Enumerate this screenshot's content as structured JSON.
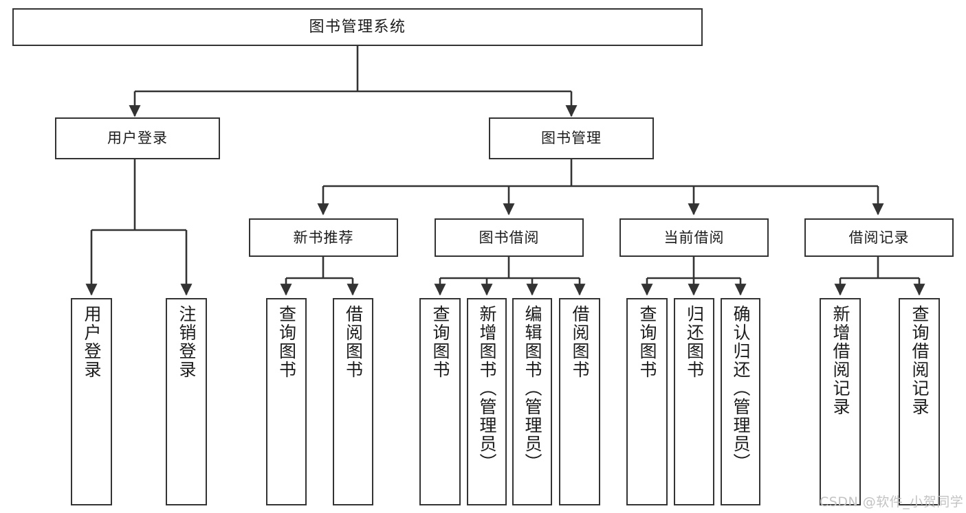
{
  "diagram": {
    "title": "图书管理系统",
    "type": "tree-hierarchy-chart",
    "watermark": "CSDN @软件_小贺同学",
    "colors": {
      "box_border": "#333333",
      "box_fill": "#ffffff",
      "connector": "#333333",
      "text": "#1b1b1b",
      "watermark": "#c3c3c3",
      "background": "#ffffff"
    },
    "root": {
      "label": "图书管理系统"
    },
    "level1": [
      {
        "label": "用户登录"
      },
      {
        "label": "图书管理"
      }
    ],
    "level2": [
      {
        "label": "新书推荐"
      },
      {
        "label": "图书借阅"
      },
      {
        "label": "当前借阅"
      },
      {
        "label": "借阅记录"
      }
    ],
    "leaves": {
      "user_login": [
        {
          "label": "用户登录"
        },
        {
          "label": "注销登录"
        }
      ],
      "new_book_recommend": [
        {
          "label": "查询图书"
        },
        {
          "label": "借阅图书"
        }
      ],
      "book_borrow": [
        {
          "label": "查询图书"
        },
        {
          "label": "新增图书（管理员）"
        },
        {
          "label": "编辑图书（管理员）"
        },
        {
          "label": "借阅图书"
        }
      ],
      "current_borrow": [
        {
          "label": "查询图书"
        },
        {
          "label": "归还图书"
        },
        {
          "label": "确认归还（管理员）"
        }
      ],
      "borrow_record": [
        {
          "label": "新增借阅记录"
        },
        {
          "label": "查询借阅记录"
        }
      ]
    }
  }
}
